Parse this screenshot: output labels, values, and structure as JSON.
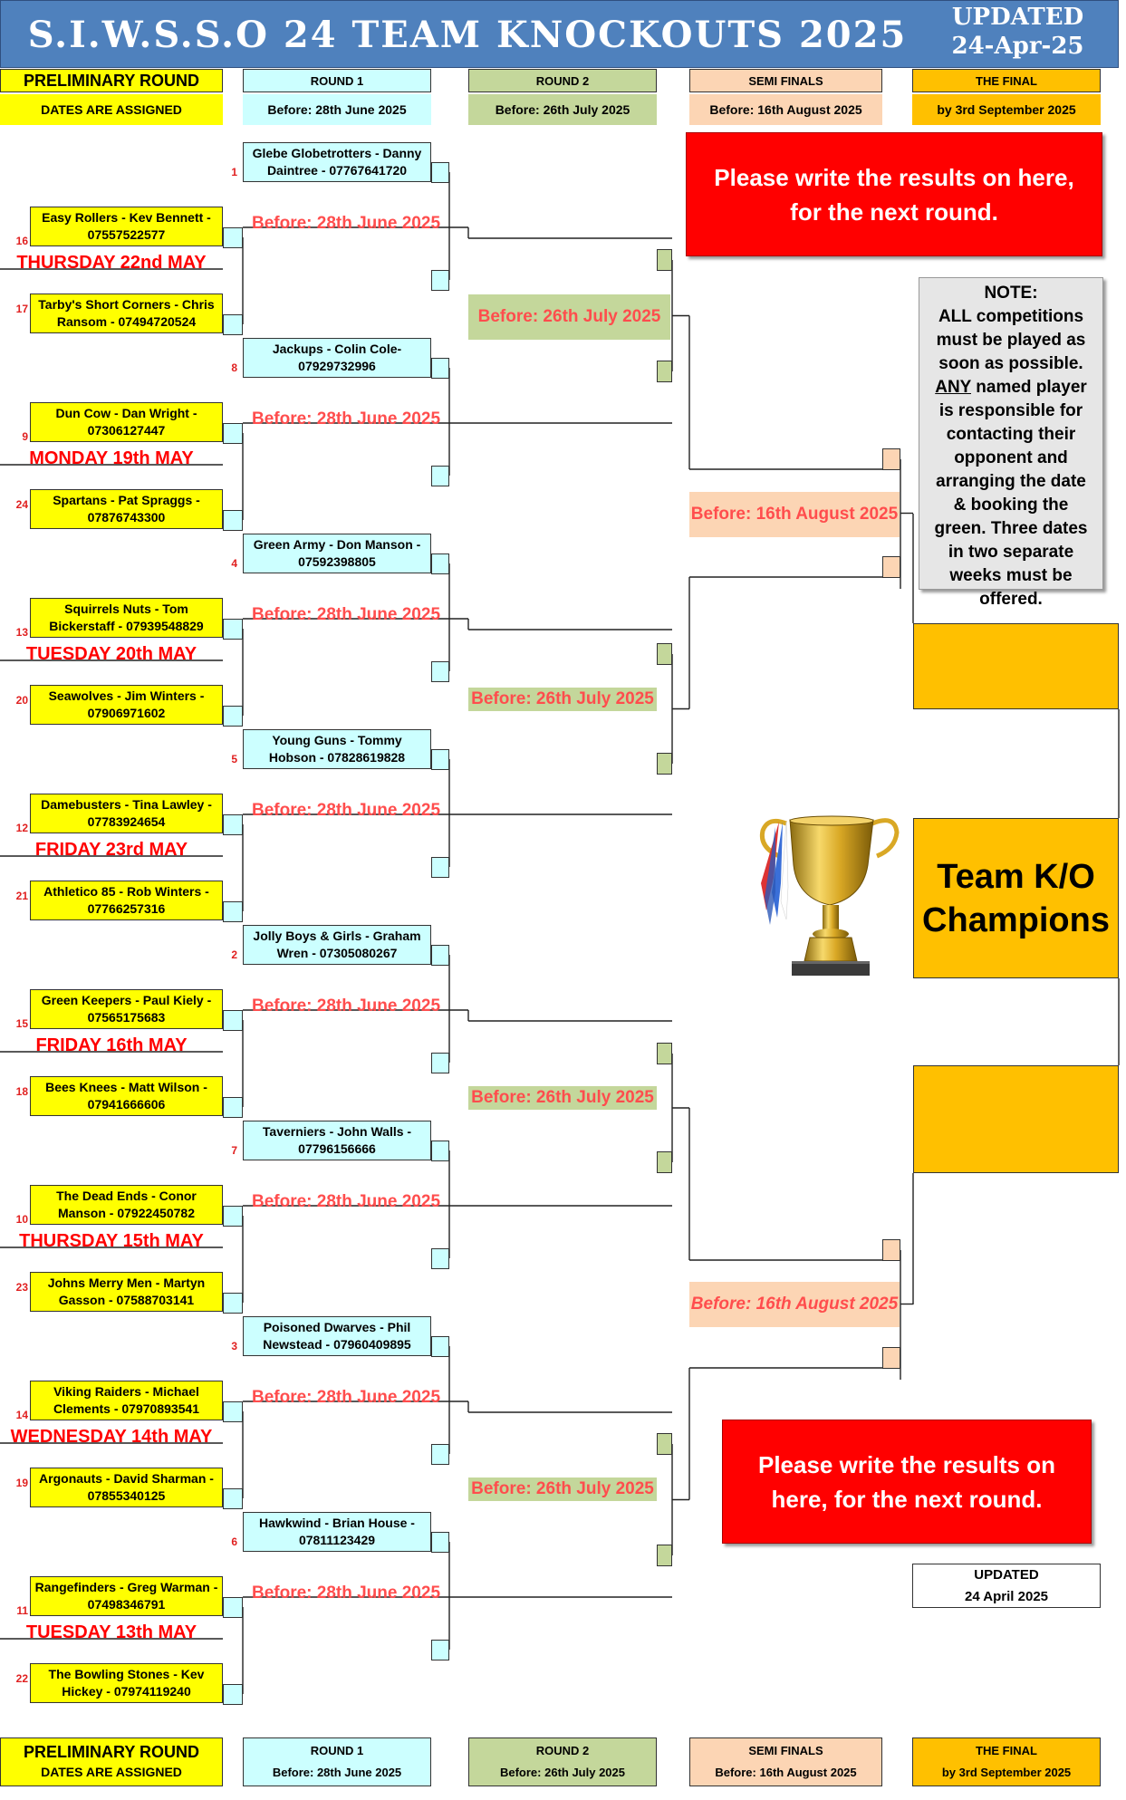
{
  "banner": {
    "title": "S.I.W.S.S.O 24 TEAM KNOCKOUTS 2025",
    "updated_label": "UPDATED",
    "updated_date": "24-Apr-25"
  },
  "columns": {
    "preliminary": {
      "title": "PRELIMINARY ROUND",
      "sub": "DATES ARE ASSIGNED"
    },
    "round1": {
      "title": "ROUND 1",
      "sub": "Before: 28th June 2025"
    },
    "round2": {
      "title": "ROUND 2",
      "sub": "Before: 26th July 2025"
    },
    "semis": {
      "title": "SEMI FINALS",
      "sub": "Before: 16th August 2025"
    },
    "final": {
      "title": "THE FINAL",
      "sub": "by 3rd September 2025"
    }
  },
  "pods": [
    {
      "bye": {
        "seed": "1",
        "text": "Glebe Globetrotters - Danny Daintree - 07767641720"
      },
      "p1": {
        "seed": "16",
        "text": "Easy Rollers - Kev Bennett - 07557522577"
      },
      "day": "THURSDAY 22nd MAY",
      "p2": {
        "seed": "17",
        "text": "Tarby's Short Corners - Chris Ransom - 07494720524"
      },
      "r1": "Before: 28th June 2025"
    },
    {
      "bye": {
        "seed": "8",
        "text": "Jackups - Colin Cole- 07929732996"
      },
      "p1": {
        "seed": "9",
        "text": "Dun Cow - Dan Wright - 07306127447"
      },
      "day": "MONDAY 19th MAY",
      "p2": {
        "seed": "24",
        "text": "Spartans - Pat Spraggs - 07876743300"
      },
      "r1": "Before: 28th June 2025"
    },
    {
      "bye": {
        "seed": "4",
        "text": "Green Army - Don Manson - 07592398805"
      },
      "p1": {
        "seed": "13",
        "text": "Squirrels Nuts - Tom Bickerstaff - 07939548829"
      },
      "day": "TUESDAY 20th MAY",
      "p2": {
        "seed": "20",
        "text": "Seawolves - Jim Winters - 07906971602"
      },
      "r1": "Before: 28th June 2025"
    },
    {
      "bye": {
        "seed": "5",
        "text": "Young Guns - Tommy Hobson - 07828619828"
      },
      "p1": {
        "seed": "12",
        "text": "Damebusters - Tina Lawley - 07783924654"
      },
      "day": "FRIDAY 23rd MAY",
      "p2": {
        "seed": "21",
        "text": "Athletico 85 - Rob Winters - 07766257316"
      },
      "r1": "Before: 28th June 2025"
    },
    {
      "bye": {
        "seed": "2",
        "text": "Jolly Boys & Girls - Graham Wren - 07305080267"
      },
      "p1": {
        "seed": "15",
        "text": "Green Keepers - Paul Kiely - 07565175683"
      },
      "day": "FRIDAY 16th MAY",
      "p2": {
        "seed": "18",
        "text": "Bees Knees - Matt Wilson - 07941666606"
      },
      "r1": "Before: 28th June 2025"
    },
    {
      "bye": {
        "seed": "7",
        "text": "Taverniers - John Walls - 07796156666"
      },
      "p1": {
        "seed": "10",
        "text": "The Dead Ends - Conor Manson - 07922450782"
      },
      "day": "THURSDAY 15th MAY",
      "p2": {
        "seed": "23",
        "text": "Johns Merry Men - Martyn Gasson - 07588703141"
      },
      "r1": "Before: 28th June 2025"
    },
    {
      "bye": {
        "seed": "3",
        "text": "Poisoned Dwarves - Phil Newstead - 07960409895"
      },
      "p1": {
        "seed": "14",
        "text": "Viking Raiders - Michael Clements - 07970893541"
      },
      "day": "WEDNESDAY 14th MAY",
      "p2": {
        "seed": "19",
        "text": "Argonauts - David Sharman - 07855340125"
      },
      "r1": "Before: 28th June 2025"
    },
    {
      "bye": {
        "seed": "6",
        "text": "Hawkwind - Brian House - 07811123429"
      },
      "p1": {
        "seed": "11",
        "text": "Rangefinders - Greg Warman - 07498346791"
      },
      "day": "TUESDAY 13th MAY",
      "p2": {
        "seed": "22",
        "text": "The Bowling Stones - Kev Hickey - 07974119240"
      },
      "r1": "Before: 28th June 2025"
    }
  ],
  "round2_dates": [
    "Before: 26th July 2025",
    "Before: 26th July 2025",
    "Before: 26th July 2025",
    "Before: 26th July 2025"
  ],
  "semi_dates": [
    "Before: 16th August 2025",
    "Before: 16th August 2025"
  ],
  "results_note_top": "Please write the results on here, for the next round.",
  "results_note_bottom": "Please write the results on here, for the next round.",
  "note": {
    "heading": "NOTE:",
    "before_any": "ALL competitions must be played as soon as possible.",
    "any": "ANY",
    "after_any": "named player is responsible for contacting their opponent and arranging the date & booking the green. Three dates in two separate weeks must be offered."
  },
  "champions": "Team K/O Champions",
  "updated_box": {
    "label": "UPDATED",
    "date": "24 April 2025"
  },
  "colors": {
    "banner": "#4f81bd",
    "preliminary": "#ffff00",
    "round1": "#ccffff",
    "round2": "#c4d79b",
    "semis": "#fcd5b4",
    "final": "#ffc000",
    "date_red": "#ff0000"
  },
  "icons": {
    "trophy": "trophy-icon"
  }
}
